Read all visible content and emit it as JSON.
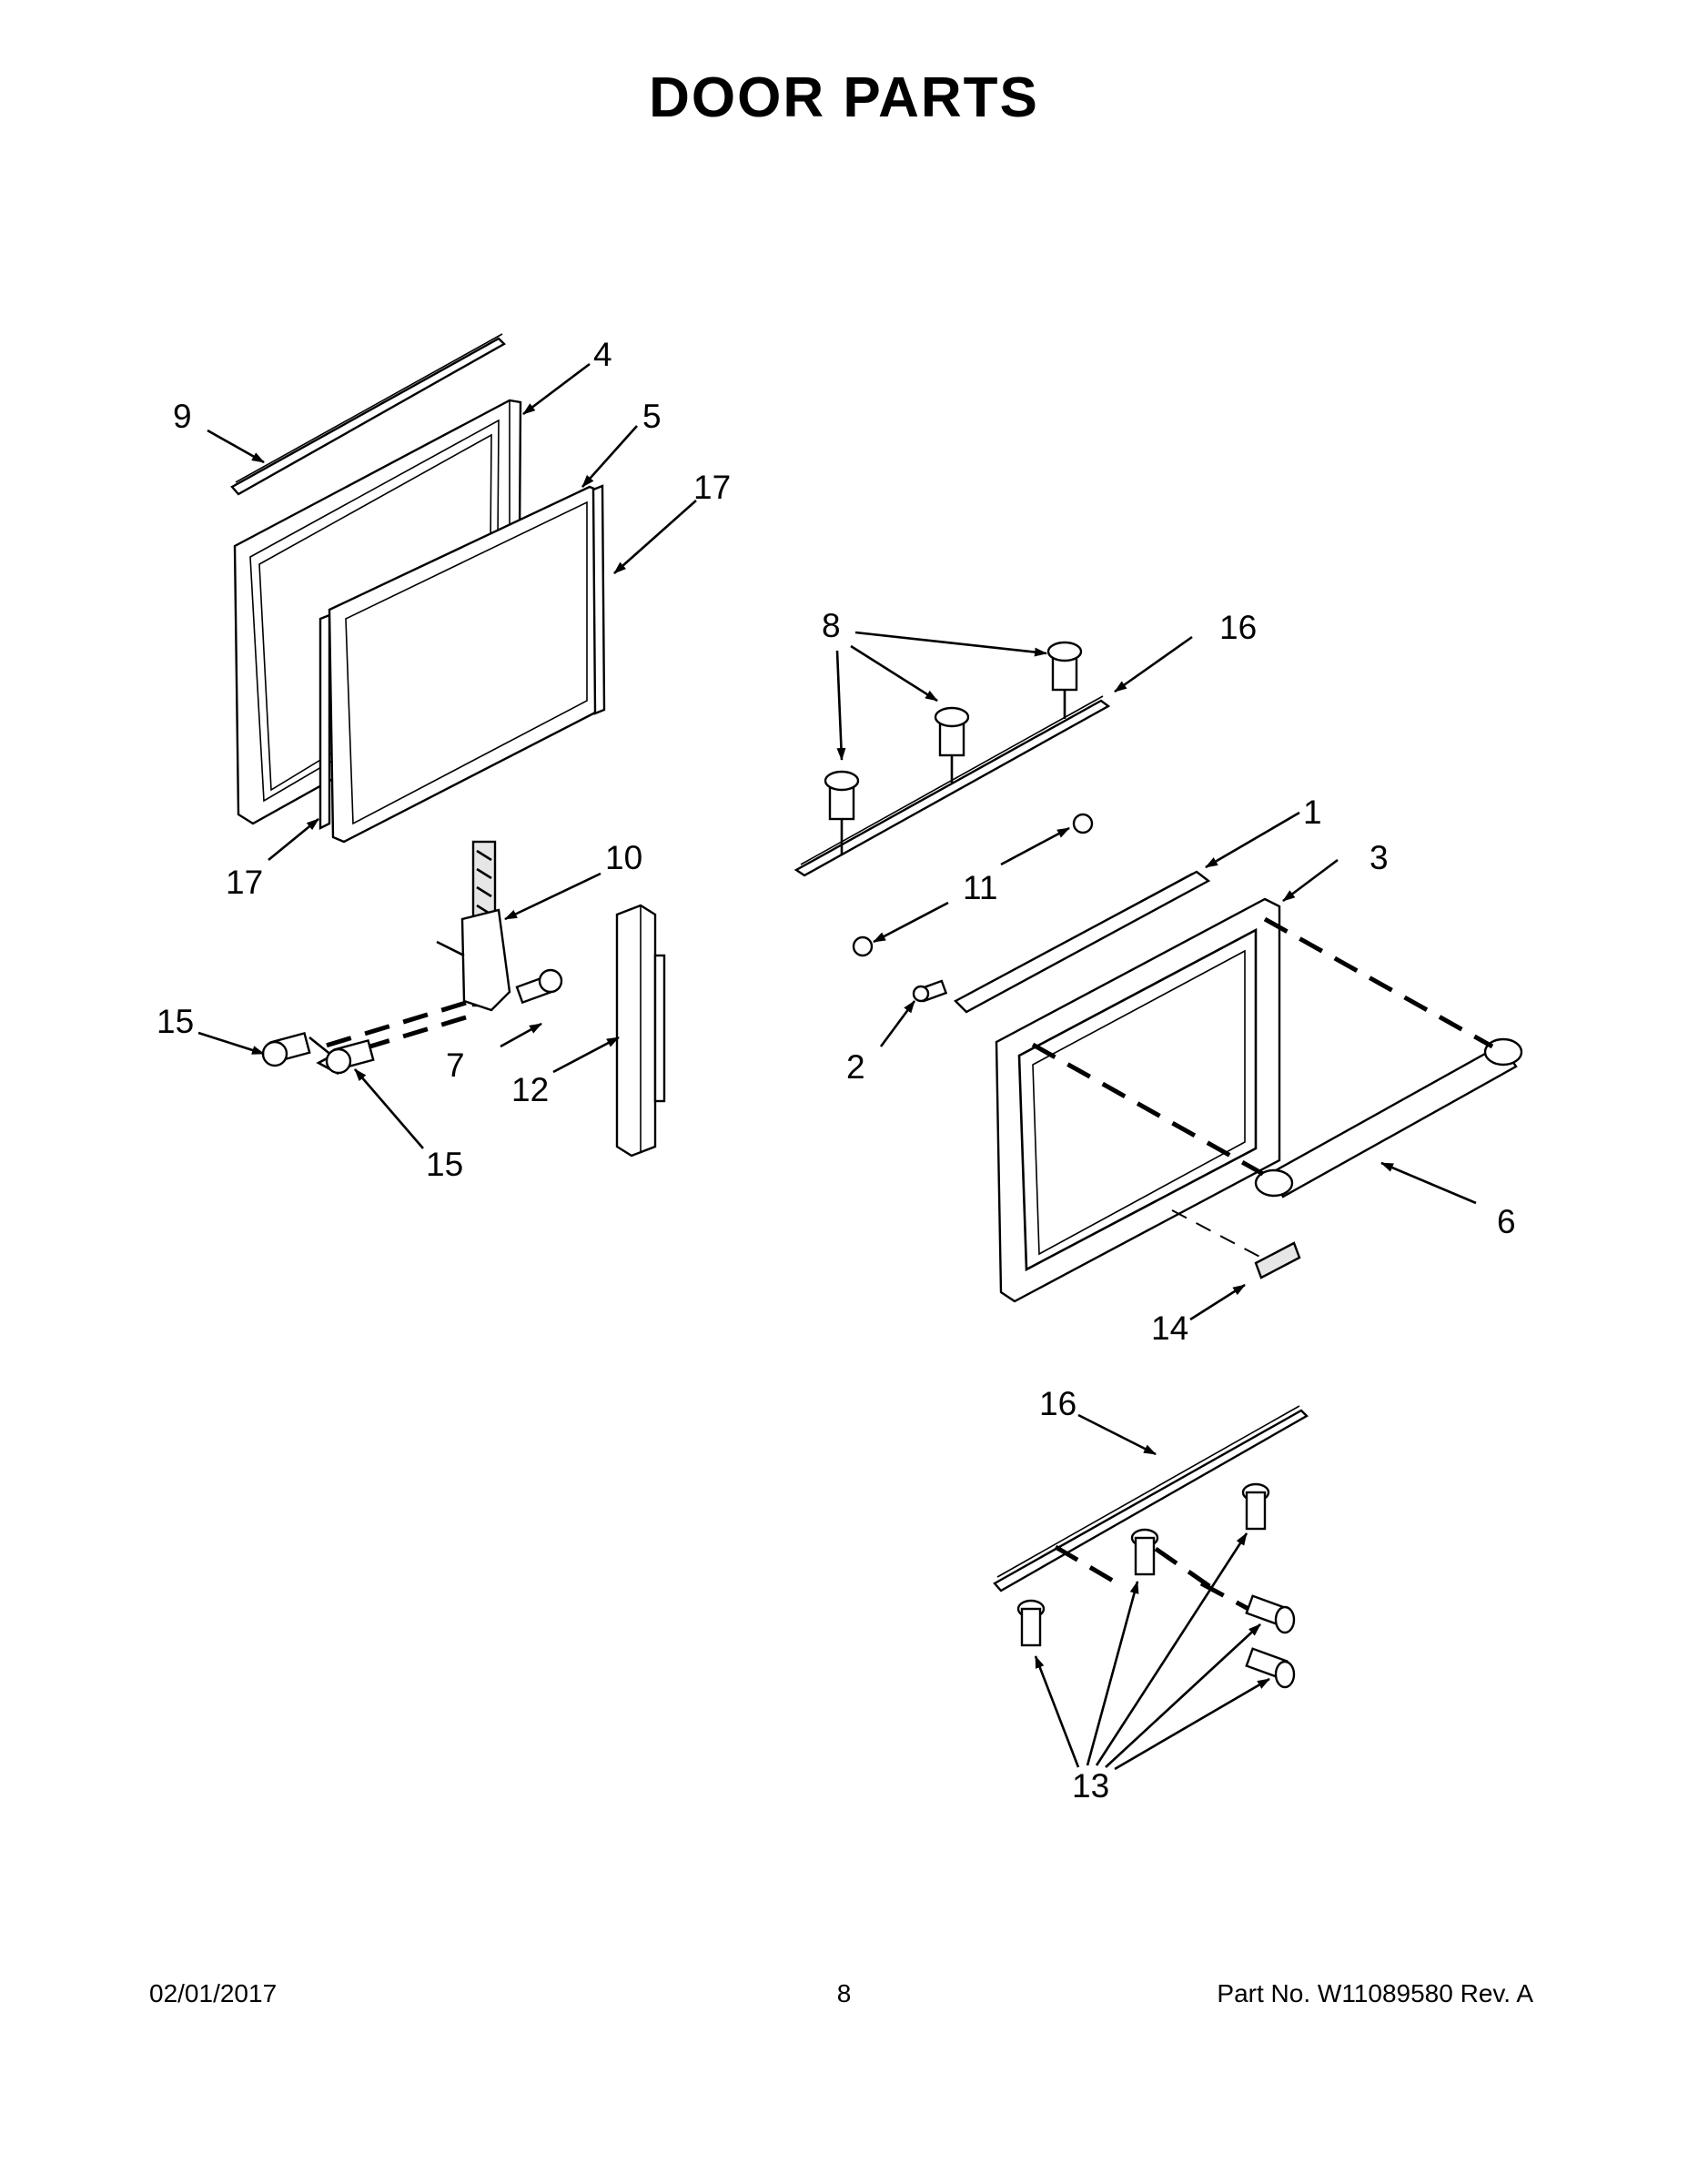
{
  "title": "DOOR PARTS",
  "callouts": {
    "c1": "1",
    "c2": "2",
    "c3": "3",
    "c4": "4",
    "c5": "5",
    "c6": "6",
    "c7": "7",
    "c8": "8",
    "c9": "9",
    "c10": "10",
    "c11": "11",
    "c12": "12",
    "c13": "13",
    "c14": "14",
    "c15a": "15",
    "c15b": "15",
    "c16a": "16",
    "c16b": "16",
    "c17a": "17",
    "c17b": "17"
  },
  "footer": {
    "date": "02/01/2017",
    "page": "8",
    "part_no": "Part No.  W11089580  Rev.  A"
  }
}
